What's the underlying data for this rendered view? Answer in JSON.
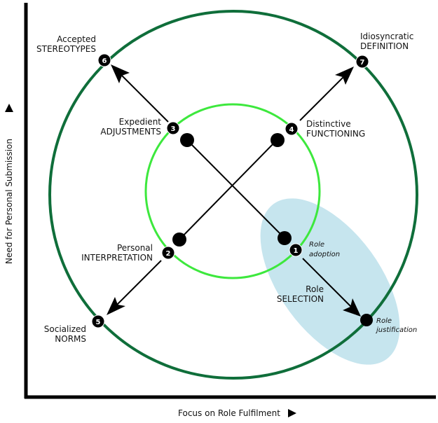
{
  "diagram": {
    "axes": {
      "x_label": "Focus on Role Fulfilment",
      "y_label": "Need for Personal Submission",
      "x_arrow": "right-triangle",
      "y_arrow": "up-triangle"
    },
    "colors": {
      "outer_circle": "#0f6e3a",
      "inner_circle": "#3de83d",
      "ellipse": "#c6e5ee",
      "nodes": "#000000",
      "lines": "#000000"
    },
    "nodes": [
      {
        "id": "1",
        "label_lines": [
          "Role",
          "adoption"
        ],
        "style": "italic"
      },
      {
        "id": "2",
        "label_lines": [
          "Personal",
          "INTERPRETATION"
        ],
        "style": "normal"
      },
      {
        "id": "3",
        "label_lines": [
          "Expedient",
          "ADJUSTMENTS"
        ],
        "style": "normal"
      },
      {
        "id": "4",
        "label_lines": [
          "Distinctive",
          "FUNCTIONING"
        ],
        "style": "normal"
      },
      {
        "id": "5",
        "label_lines": [
          "Socialized",
          "NORMS"
        ],
        "style": "normal"
      },
      {
        "id": "6",
        "label_lines": [
          "Accepted",
          "STEREOTYPES"
        ],
        "style": "normal"
      },
      {
        "id": "7",
        "label_lines": [
          "Idiosyncratic",
          "DEFINITION"
        ],
        "style": "normal"
      }
    ],
    "role_selection": [
      "Role",
      "SELECTION"
    ],
    "role_justification": [
      "Role",
      "justification"
    ]
  }
}
